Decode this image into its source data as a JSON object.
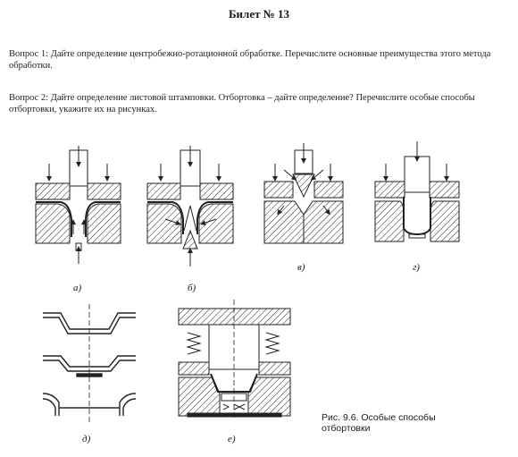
{
  "ticket_title": "Билет № 13",
  "question1": "Вопрос 1: Дайте определение центробежно-ротационной обработке. Перечислите основные преимущества этого метода обработки.",
  "question2": "Вопрос 2: Дайте определение листовой штамповки. Отбортовка – дайте определение? Перечислите особые способы отбортовки, укажите их на рисунках.",
  "figure": {
    "labels": {
      "a": "а)",
      "b": "б)",
      "v": "в)",
      "g": "г)",
      "d": "д)",
      "e": "е)"
    },
    "caption_line1": "Рис. 9.6. Особые способы",
    "caption_line2": "отбортовки"
  }
}
